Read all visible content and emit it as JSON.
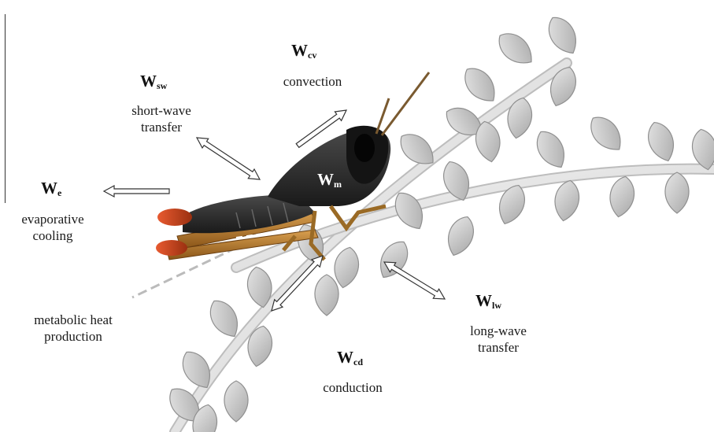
{
  "terms": [
    {
      "id": "cv",
      "symbol": "W",
      "sub": "cv",
      "label_lines": [
        "convection"
      ]
    },
    {
      "id": "sw",
      "symbol": "W",
      "sub": "sw",
      "label_lines": [
        "short-wave",
        "transfer"
      ]
    },
    {
      "id": "e",
      "symbol": "W",
      "sub": "e",
      "label_lines": [
        "evaporative",
        "cooling"
      ]
    },
    {
      "id": "m",
      "symbol": "W",
      "sub": "m",
      "label_lines": [
        "metabolic heat",
        "production"
      ]
    },
    {
      "id": "lw",
      "symbol": "W",
      "sub": "lw",
      "label_lines": [
        "long-wave",
        "transfer"
      ]
    },
    {
      "id": "cd",
      "symbol": "W",
      "sub": "cd",
      "label_lines": [
        "conduction"
      ]
    }
  ],
  "colors": {
    "grasshopper_body": "#2b2b2b",
    "grasshopper_leg": "#b8782a",
    "grasshopper_tip": "#d04a24",
    "leaf_fill": "#c8c8c8",
    "stem": "#e2e2e2",
    "arrow_outline": "#333333"
  },
  "icons": [
    "grasshopper-illustration",
    "leafy-stem-illustration"
  ]
}
